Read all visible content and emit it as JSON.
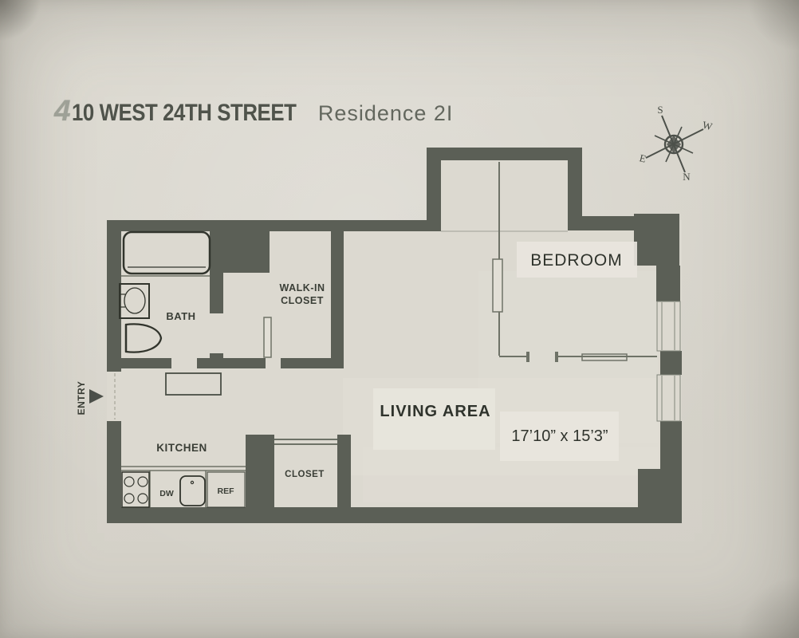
{
  "header": {
    "building_number": "4",
    "street": "10 WEST 24TH STREET",
    "residence": "Residence 2I"
  },
  "compass": {
    "north": "N",
    "south": "S",
    "east": "E",
    "west": "W"
  },
  "rooms": {
    "bath": "BATH",
    "walk_in_closet": [
      "WALK-IN",
      "CLOSET"
    ],
    "kitchen": "KITCHEN",
    "closet": "CLOSET",
    "bedroom": "BEDROOM",
    "living_area": "LIVING AREA",
    "living_dimensions": "17’10” x 15’3”",
    "entry": "ENTRY"
  },
  "appliances": {
    "dishwasher": "DW",
    "refrigerator": "REF"
  },
  "colors": {
    "wall": "#5b5f56",
    "paper": "#d7d4cb",
    "floor": "#dcd9d0",
    "label_patch": "#e8e5dd",
    "ink": "#3a3d36"
  }
}
